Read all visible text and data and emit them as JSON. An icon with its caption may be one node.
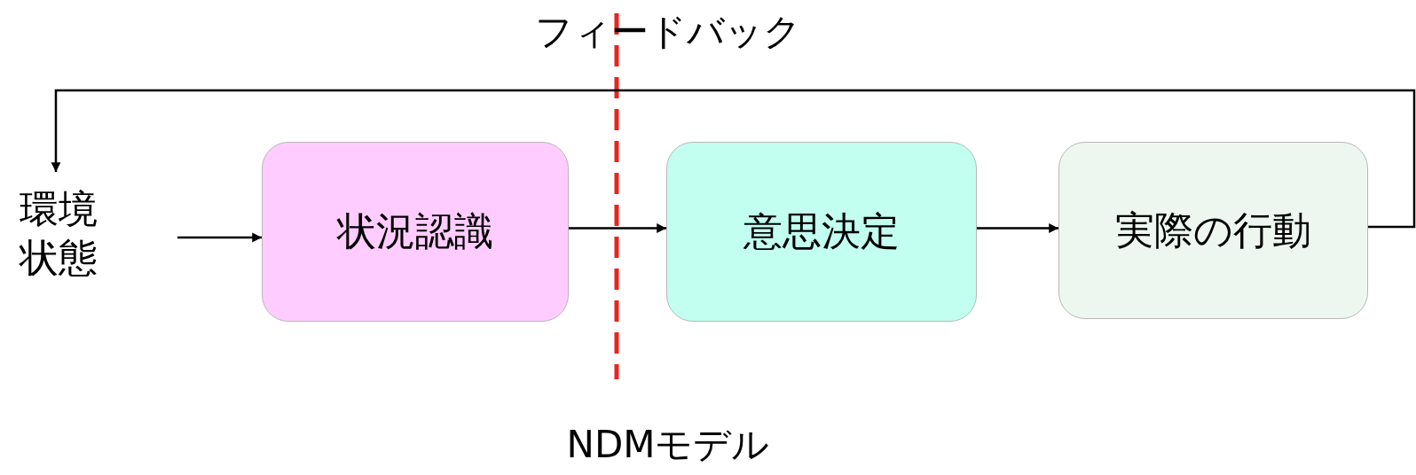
{
  "diagram": {
    "caption": "NDMモデル",
    "nodes": [
      {
        "text": [
          "環境状態"
        ]
      },
      {
        "text": [
          "状況認識"
        ]
      },
      {
        "text": [
          "意思決定"
        ]
      },
      {
        "text": [
          "実際の行動"
        ]
      }
    ],
    "edges": [
      {
        "from": 0,
        "to": 1,
        "arrow": "to"
      },
      {
        "from": 1,
        "to": 2,
        "arrow": "to"
      },
      {
        "from": 2,
        "to": 3,
        "arrow": "to"
      },
      {
        "from": 3,
        "to": 0,
        "arrow": "to",
        "label": "フィードバック"
      }
    ]
  }
}
